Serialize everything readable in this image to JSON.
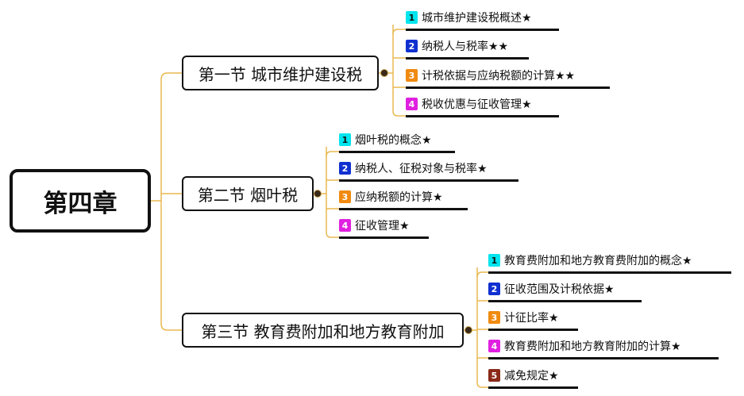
{
  "root": {
    "title": "第四章"
  },
  "sections": [
    {
      "title": "第一节 城市维护建设税",
      "items": [
        {
          "num": "1",
          "color": "#00e5ee",
          "text": "城市维护建设税概述★"
        },
        {
          "num": "2",
          "color": "#1030d0",
          "text": "纳税人与税率★★"
        },
        {
          "num": "3",
          "color": "#f08a10",
          "text": "计税依据与应纳税额的计算★★"
        },
        {
          "num": "4",
          "color": "#e020e0",
          "text": "税收优惠与征收管理★"
        }
      ]
    },
    {
      "title": "第二节 烟叶税",
      "items": [
        {
          "num": "1",
          "color": "#00e5ee",
          "text": "烟叶税的概念★"
        },
        {
          "num": "2",
          "color": "#1030d0",
          "text": "纳税人、征税对象与税率★"
        },
        {
          "num": "3",
          "color": "#f08a10",
          "text": "应纳税额的计算★"
        },
        {
          "num": "4",
          "color": "#e020e0",
          "text": "征收管理★"
        }
      ]
    },
    {
      "title": "第三节 教育费附加和地方教育附加",
      "items": [
        {
          "num": "1",
          "color": "#00e5ee",
          "text": "教育费附加和地方教育费附加的概念★"
        },
        {
          "num": "2",
          "color": "#1030d0",
          "text": "征收范围及计税依据★"
        },
        {
          "num": "3",
          "color": "#f08a10",
          "text": "计征比率★"
        },
        {
          "num": "4",
          "color": "#e020e0",
          "text": "教育费附加和地方教育附加的计算★"
        },
        {
          "num": "5",
          "color": "#8b2a1a",
          "text": "减免规定★"
        }
      ]
    }
  ],
  "colors": {
    "connector": "#e8b850",
    "line": "#111111"
  }
}
